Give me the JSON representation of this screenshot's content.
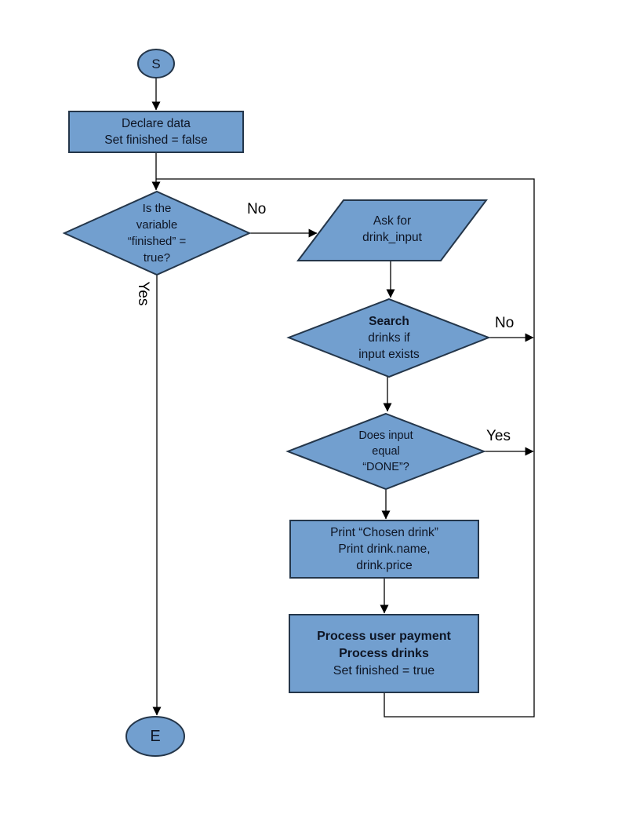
{
  "palette": {
    "shape_fill": "#729fcf",
    "shape_stroke": "#24364a",
    "connector_color": "#000000",
    "text_color": "#0e1524"
  },
  "nodes": {
    "start": {
      "label": "S"
    },
    "declare": {
      "lines": [
        "Declare data",
        "Set finished = false"
      ]
    },
    "finished_decision": {
      "lines": [
        "Is the",
        "variable",
        "“finished” =",
        "true?"
      ]
    },
    "ask_input": {
      "lines": [
        "Ask for",
        "drink_input"
      ]
    },
    "search_decision": {
      "lines": [
        "Search",
        "drinks if",
        "input exists"
      ]
    },
    "done_decision": {
      "lines": [
        "Does input",
        "equal",
        "“DONE”?"
      ]
    },
    "print_process": {
      "lines": [
        "Print “Chosen drink”",
        "Print drink.name,",
        "drink.price"
      ]
    },
    "payment_process": {
      "lines": [
        "Process user payment",
        "Process drinks",
        "Set finished = true"
      ]
    },
    "end": {
      "label": "E"
    }
  },
  "edge_labels": {
    "finished_no": "No",
    "finished_yes": "Yes",
    "search_no": "No",
    "done_yes": "Yes"
  }
}
